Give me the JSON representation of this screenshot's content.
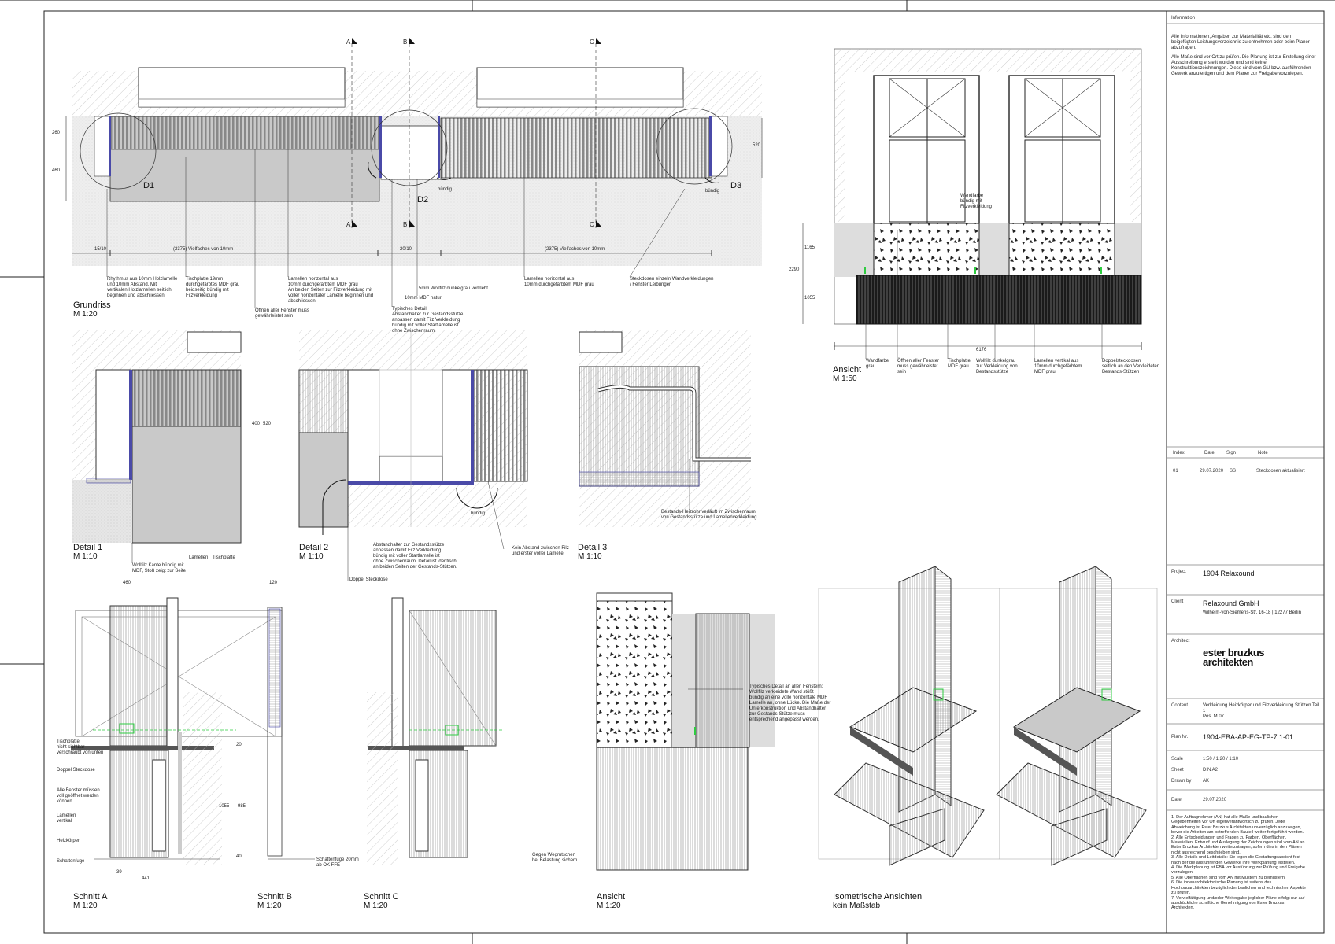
{
  "views": {
    "grundriss": {
      "title": "Grundriss",
      "scale": "M 1:20"
    },
    "ansicht_50": {
      "title": "Ansicht",
      "scale": "M 1:50"
    },
    "detail1": {
      "title": "Detail 1",
      "scale": "M 1:10"
    },
    "detail2": {
      "title": "Detail 2",
      "scale": "M 1:10"
    },
    "detail3": {
      "title": "Detail 3",
      "scale": "M 1:10"
    },
    "schnitt_a": {
      "title": "Schnitt A",
      "scale": "M 1:20"
    },
    "schnitt_b": {
      "title": "Schnitt B",
      "scale": "M 1:20"
    },
    "schnitt_c": {
      "title": "Schnitt C",
      "scale": "M 1:20"
    },
    "ansicht_20": {
      "title": "Ansicht",
      "scale": "M 1:20"
    },
    "iso": {
      "title": "Isometrische Ansichten",
      "scale": "kein Maßstab"
    }
  },
  "markers": {
    "d1": "D1",
    "d2": "D2",
    "d3": "D3",
    "a": "A",
    "b": "B",
    "c": "C",
    "buendig": "bündig"
  },
  "dims": {
    "g_2375a": "(2375) Vielfaches von 10mm",
    "g_2375b": "(2375) Vielfaches von 10mm",
    "g_15": "15/10",
    "g_20": "20/10",
    "g_260": "260",
    "g_460": "460",
    "g_520": "520",
    "a_6176": "6176",
    "a_2290": "2290",
    "a_1165": "1165",
    "a_1055": "1055",
    "d1_400": "400",
    "d1_520": "520",
    "s_460": "460",
    "s_120": "120",
    "s_441": "441",
    "s_39": "39",
    "s_1055": "1055",
    "s_985": "985",
    "s_20": "20",
    "s_40": "40"
  },
  "notes": {
    "g1": "Rhythmus aus 10mm Holzlamelle\nund 10mm Abstand. Mit\nvertikalen Holzlamellen seitlich\nbeginnen und abschliessen",
    "g2": "Tischplatte 19mm\ndurchgefärbtes MDF grau\nbeidseitig bündig mit\nFilzverkleidung",
    "g3": "Öffnen aller Fenster muss\ngewährleistet sein",
    "g4": "Lamellen horizontal aus\n10mm durchgefärbtem MDF grau\nAn beiden Seiten zur Filzverkleidung mit\nvoller horizontaler Lamelle beginnen und\nabschliessen",
    "g5": "Typisches Detail:\nAbstandhalter zur Gestandsstütze\nanpassen damit Filz Verkleidung\nbündig mit voller Startlamelle ist\nohne Zwischenraum.",
    "g6": "10mm MDF natur",
    "g7": "5mm Wollfilz dunkelgrau verklebt",
    "g8": "Lamellen horizontal aus\n10mm durchgefärbtem MDF grau",
    "g9": "Steckdosen einzeln Wandverkleidungen\n/ Fenster Leibungen",
    "a1": "Wandfarbe\ngrau",
    "a2": "Öffnen aller Fenster\nmuss gewährleistet\nsein",
    "a3": "Tischplatte\nMDF grau",
    "a4": "Wollfilz dunkelgrau\nzur Verkleidung von\nBestandsstütze",
    "a5": "Lamellen vertikal aus\n10mm durchgefärbtem\nMDF grau",
    "a6": "Doppelsteckdosen\nseitlich an den Verkleideten\nBestands-Stützen",
    "a7": "Wandfarbe\nbündig mit\nFilzverkleidung",
    "d1a": "Wollfilz Kante bündig mit\nMDF, Stoß zeigt zur Seite",
    "d1b": "Lamellen",
    "d1c": "Tischplatte",
    "d2a": "Abstandhalter zur Gestandsstütze\nanpassen damit Filz Verkleidung\nbündig mit voller Startlamelle ist\nohne Zwischenraum. Detail ist identisch\nan beiden Seiten der Gestands-Stützen.",
    "d2b": "Doppel Steckdose",
    "d2c": "Kein Abstand zwischen Filz\nund erster voller Lamelle",
    "d3a": "Bestands-Heizrohr verläuft im Zwischenraum\nvon Gestandsstütze und Lamellenverkleidung",
    "s1": "Tischplatte\nnicht sichtbar\nverschraubt von unten",
    "s2": "Doppel Steckdose",
    "s3": "Alle Fenster müssen\nvoll geöffnet werden\nkönnen",
    "s4": "Lamellen\nvertikal",
    "s5": "Heizkörper",
    "s6": "Schattenfuge",
    "s7": "Schattenfuge 20mm\nab OK FFE",
    "s8": "Gegen Wegrutschen\nbei Belastung sichern",
    "v1": "Typisches Detail an allen Fenstern:\nWollfilz verkleidete Wand stößt\nbündig an eine volle horizontale MDF\nLamelle an, ohne Lücke. Die Maße der\nUnterkonstruktion und Abstandhalter\nzur Gestands-Stütze muss\nentsprechend angepasst werden."
  },
  "titleblock": {
    "info_label": "Information",
    "info_text1": "Alle Informationen, Angaben zur Materialität etc. sind den\nbeigefügten Leistungsverzeichnis zu entnehmen oder beim Planer\nabzufragen.",
    "info_text2": "Alle Maße sind vor Ort zu prüfen. Die Planung ist zur Erstellung einer\nAusschreibung erstellt worden und sind keine\nKonstruktionszeichnungen. Diese sind vom GU bzw. ausführenden\nGewerk anzufertigen und dem Planer zur Freigabe vorzulegen.",
    "rev_index": "Index",
    "rev_date": "Date",
    "rev_sign": "Sign",
    "rev_note": "Note",
    "rev1_index": "01",
    "rev1_date": "29.07.2020",
    "rev1_sign": "SS",
    "rev1_note": "Steckdosen aktualisiert",
    "project_label": "Project",
    "project": "1904 Relaxound",
    "client_label": "Client",
    "client": "Relaxound GmbH",
    "client_addr": "Wilhelm-von-Siemens-Str. 16-18 | 12277 Berlin",
    "architect_label": "Architect",
    "logo_l1": "ester bruzkus",
    "logo_l2": "architekten",
    "content_label": "Content",
    "content": "Verkleidung Heizkörper und Filzverkleidung Stützen Teil 1\nPos. M 07",
    "planno_label": "Plan Nr.",
    "planno": "1904-EBA-AP-EG-TP-7.1-01",
    "scale_label": "Scale",
    "scale": "1:50 / 1:20 / 1:10",
    "sheet_label": "Sheet",
    "sheet": "DIN A2",
    "drawn_label": "Drawn by",
    "drawn": "AK",
    "date_label": "Date",
    "date": "29.07.2020",
    "footnotes": "1. Der Auftragnehmer (AN) hat alle Maße und baulichen\nGegebenheiten vor Ort eigenverantwortlich zu prüfen. Jede\nAbweichung ist Ester Bruzkus Architekten unverzüglich anzuzeigen,\nbevor die Arbeiten am betreffenden Bauteil weiter fortgeführt werden.\n2. Alle Entscheidungen und Fragen zu Farben, Oberflächen,\nMaterialien, Entwurf und Auslegung der Zeichnungen sind vom AN an\nEster Bruzkus Architekten weiterzutragen, sofern dies in den Plänen\nnicht ausreichend beschrieben sind.\n3. Alle Details und Leitdetails: Sie legen die Gestaltungsabsicht fest\nnach der die ausführenden Gewerke ihre Werkplanung erstellen.\n4. Die Werkplanung ist EBA vor Ausführung zur Prüfung und Freigabe\nvorzulegen.\n5. Alle Oberflächen sind vom AN mit Mustern zu bemustern.\n6. Die innenarchitektonische Planung ist seitens des\nHochbauarchitekten bezüglich der baulichen und technischen Aspekte\nzu prüfen.\n7. Vervielfältigung und/oder Weitergabe jeglicher Pläne erfolgt nur auf\nausdrückliche schriftliche Genehmigung von Ester Bruzkus\nArchitekten."
  }
}
